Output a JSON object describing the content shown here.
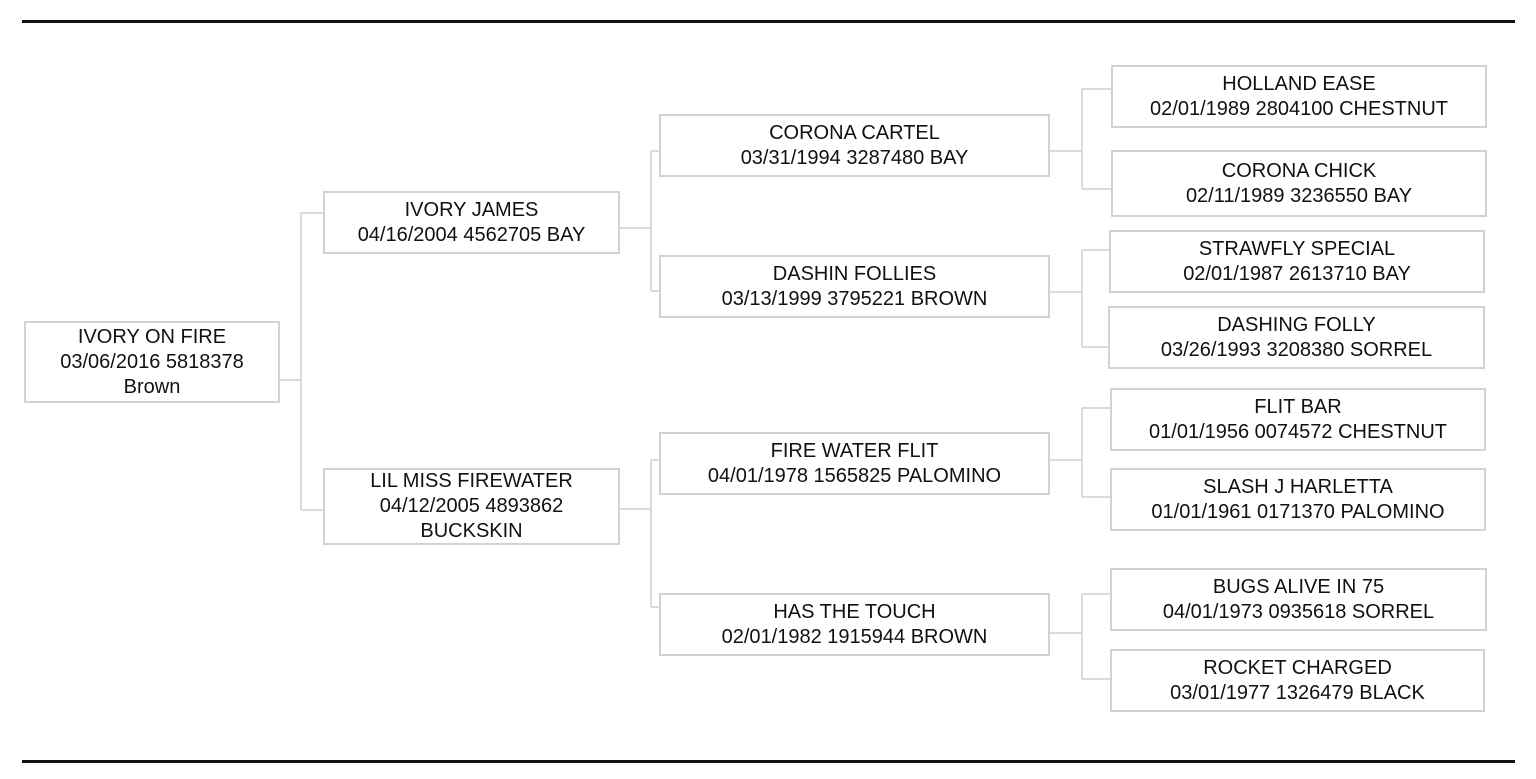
{
  "pedigree": {
    "root": {
      "name": "IVORY ON FIRE",
      "line2": "03/06/2016 5818378",
      "line3": "Brown"
    },
    "sire": {
      "name": "IVORY JAMES",
      "line2": "04/16/2004 4562705 BAY"
    },
    "dam": {
      "name": "LIL MISS FIREWATER",
      "line2": "04/12/2005 4893862",
      "line3": "BUCKSKIN"
    },
    "sire_sire": {
      "name": "CORONA CARTEL",
      "line2": "03/31/1994 3287480 BAY"
    },
    "sire_dam": {
      "name": "DASHIN FOLLIES",
      "line2": "03/13/1999 3795221 BROWN"
    },
    "dam_sire": {
      "name": "FIRE WATER FLIT",
      "line2": "04/01/1978 1565825 PALOMINO"
    },
    "dam_dam": {
      "name": "HAS THE TOUCH",
      "line2": "02/01/1982 1915944 BROWN"
    },
    "sire_sire_sire": {
      "name": "HOLLAND EASE",
      "line2": "02/01/1989 2804100 CHESTNUT"
    },
    "sire_sire_dam": {
      "name": "CORONA CHICK",
      "line2": "02/11/1989 3236550 BAY"
    },
    "sire_dam_sire": {
      "name": "STRAWFLY SPECIAL",
      "line2": "02/01/1987 2613710 BAY"
    },
    "sire_dam_dam": {
      "name": "DASHING FOLLY",
      "line2": "03/26/1993 3208380 SORREL"
    },
    "dam_sire_sire": {
      "name": "FLIT BAR",
      "line2": "01/01/1956 0074572 CHESTNUT"
    },
    "dam_sire_dam": {
      "name": "SLASH J HARLETTA",
      "line2": "01/01/1961 0171370 PALOMINO"
    },
    "dam_dam_sire": {
      "name": "BUGS ALIVE IN 75",
      "line2": "04/01/1973 0935618 SORREL"
    },
    "dam_dam_dam": {
      "name": "ROCKET CHARGED",
      "line2": "03/01/1977 1326479 BLACK"
    }
  }
}
